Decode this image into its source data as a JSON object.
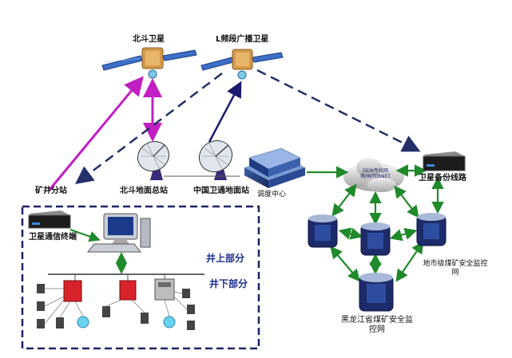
{
  "nodes": {
    "beidou_sat": "北斗卫星",
    "lband_sat": "L频段广播卫星",
    "beidou_ground": "北斗地面总站",
    "china_ground": "中国卫通地面站",
    "dispatch_center": "调度中心",
    "backup_line": "卫星备份线路",
    "mine_substation": "矿井分站",
    "sat_terminal": "卫星通信终端",
    "city_monitor": "地市级煤矿安全监控网",
    "province_monitor": "黑龙江省煤矿安全监控网",
    "cloud_text": "DDN专线网络/INTERNET"
  },
  "sections": {
    "above_ground": "井上部分",
    "underground": "井下部分"
  },
  "colors": {
    "magenta": "#c21ec4",
    "navy": "#1b1a6e",
    "green": "#1f8a2a",
    "dashed": "#23306a"
  }
}
